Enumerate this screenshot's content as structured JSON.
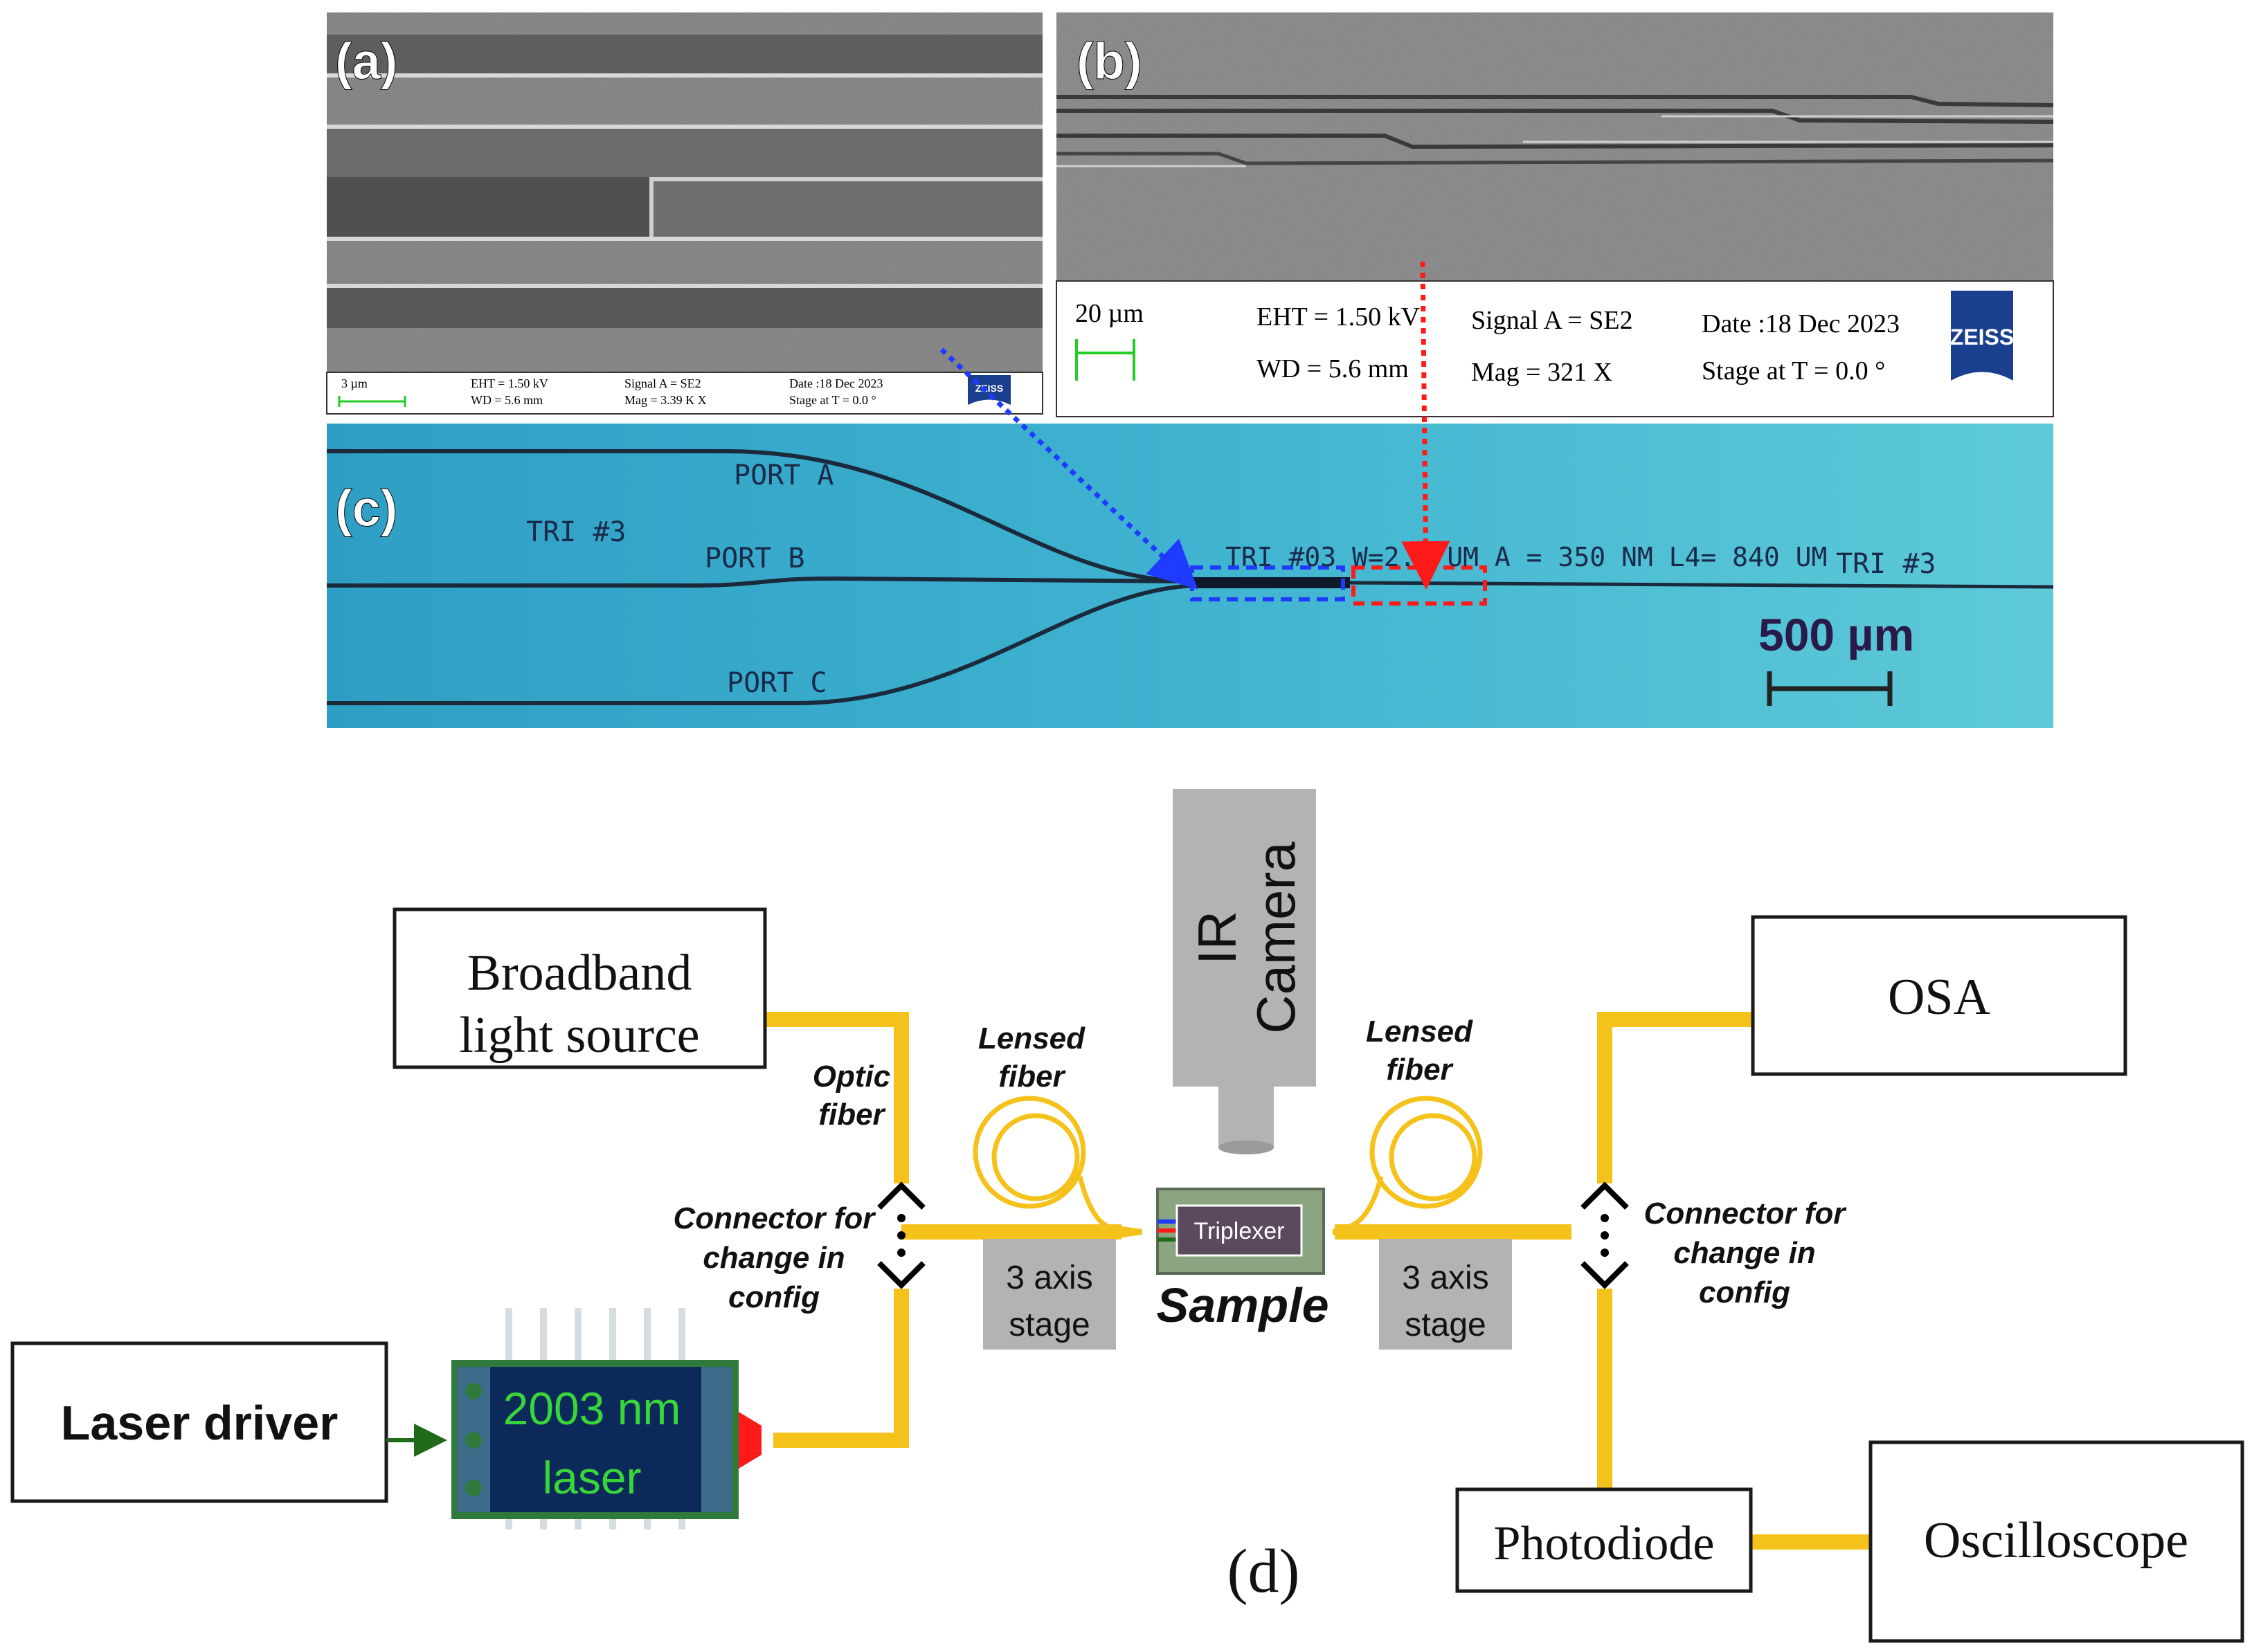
{
  "panels": {
    "a": {
      "label": "(a)",
      "scale": "3 µm",
      "eht": "EHT =  1.50 kV",
      "wd": "WD = 5.6 mm",
      "signal": "Signal A = SE2",
      "mag": "Mag =    3.39 K X",
      "date": "Date :18 Dec 2023",
      "stage": "Stage at T =  0.0 °",
      "logo": "ZEISS"
    },
    "b": {
      "label": "(b)",
      "scale": "20 µm",
      "eht": "EHT = 1.50 kV",
      "wd": "WD = 5.6 mm",
      "signal": "Signal A = SE2",
      "mag": "Mag =  321 X",
      "date": "Date :18 Dec 2023",
      "stage": "Stage at T =  0.0 °",
      "logo": "ZEISS"
    },
    "c": {
      "label": "(c)",
      "tri_left": "TRI #3",
      "port_a": "PORT A",
      "port_b": "PORT B",
      "port_c": "PORT C",
      "device_text": "TRI #03 W=2.9 UM A = 350 NM L4= 840 UM",
      "tri_right": "TRI #3",
      "scale": "500 µm"
    }
  },
  "setup": {
    "label": "(d)",
    "broadband_line1": "Broadband",
    "broadband_line2": "light source",
    "optic_fiber_line1": "Optic",
    "optic_fiber_line2": "fiber",
    "lensed_left_line1": "Lensed",
    "lensed_left_line2": "fiber",
    "lensed_right_line1": "Lensed",
    "lensed_right_line2": "fiber",
    "ir_line1": "IR",
    "ir_line2": "Camera",
    "osa": "OSA",
    "connector_left_1": "Connector for",
    "connector_left_2": "change in",
    "connector_left_3": "config",
    "connector_right_1": "Connector for",
    "connector_right_2": "change in",
    "connector_right_3": "config",
    "stage_left_1": "3 axis",
    "stage_left_2": "stage",
    "stage_right_1": "3 axis",
    "stage_right_2": "stage",
    "triplexer": "Triplexer",
    "sample": "Sample",
    "laser_driver": "Laser driver",
    "laser_line1": "2003 nm",
    "laser_line2": "laser",
    "photodiode": "Photodiode",
    "oscilloscope": "Oscilloscope"
  },
  "colors": {
    "fiber": "#f5c21b",
    "microscope_bg": "#3fa9c6",
    "laser_body": "#0b2a5a",
    "laser_frame": "#2f7a3a",
    "laser_text": "#39d63a",
    "zeiss_blue": "#1b3f8f"
  }
}
